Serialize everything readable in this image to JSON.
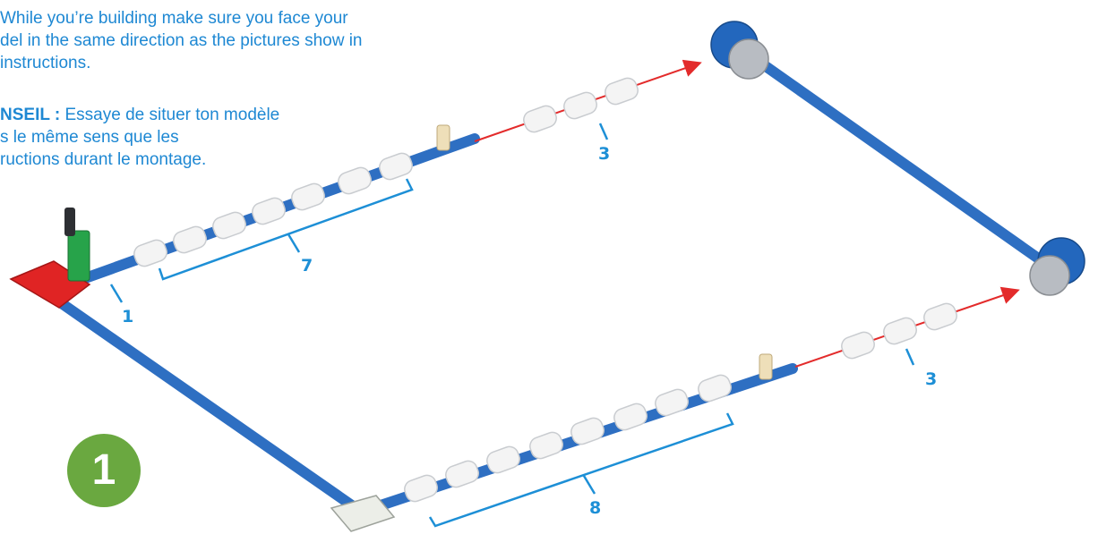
{
  "tips": {
    "en_lines": [
      "While you’re building make sure you face your",
      "del in the same direction as the pictures show in",
      "instructions."
    ],
    "fr_keyword": "NSEIL :",
    "fr_lines_first_rest": " Essaye de situer ton modèle",
    "fr_lines": [
      "s le même sens que les",
      "ructions durant le montage."
    ]
  },
  "step": {
    "number": "1"
  },
  "counts": {
    "top_rollers": "7",
    "top_connector": "1",
    "top_right_rollers": "3",
    "bottom_rollers": "8",
    "bottom_right_rollers": "3"
  },
  "colors": {
    "rod": "#2e6fc2",
    "roller": "#f4f4f4",
    "bracket": "#1d8fd6",
    "arrow": "#e32b2b",
    "red_connector": "#e02424",
    "blue_connector": "#2367bd",
    "grey_connector": "#b8bcc2",
    "step_badge": "#6aa840"
  }
}
